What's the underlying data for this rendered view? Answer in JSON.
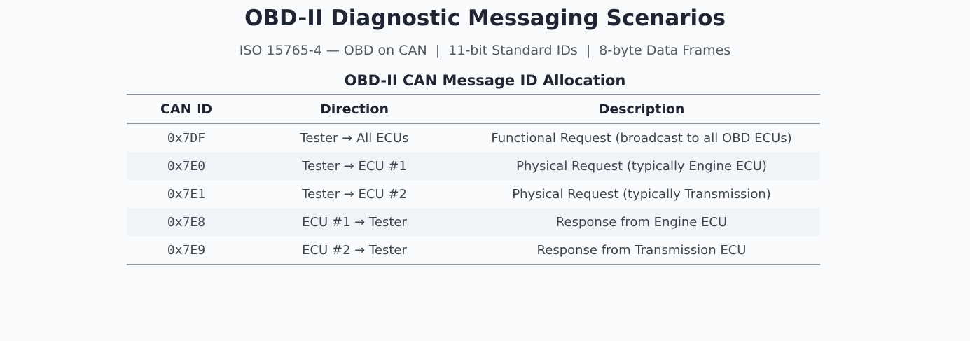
{
  "header": {
    "title": "OBD-II Diagnostic Messaging Scenarios",
    "subtitle": "ISO 15765-4 — OBD on CAN  |  11-bit Standard IDs  |  8-byte Data Frames"
  },
  "chart_data": {
    "type": "table",
    "title": "OBD-II CAN Message ID Allocation",
    "columns": [
      "CAN ID",
      "Direction",
      "Description"
    ],
    "rows": [
      [
        "0x7DF",
        "Tester → All ECUs",
        "Functional Request (broadcast to all OBD ECUs)"
      ],
      [
        "0x7E0",
        "Tester → ECU #1",
        "Physical Request (typically Engine ECU)"
      ],
      [
        "0x7E1",
        "Tester → ECU #2",
        "Physical Request (typically Transmission)"
      ],
      [
        "0x7E8",
        "ECU #1 → Tester",
        "Response from Engine ECU"
      ],
      [
        "0x7E9",
        "ECU #2 → Tester",
        "Response from Transmission ECU"
      ]
    ],
    "layout": {
      "cell_alignment": "center",
      "zebra_striped_row_indices": [
        1,
        3
      ],
      "grid": "horizontal-rules-only"
    }
  },
  "colors": {
    "background": "#f9fafc",
    "heading_text": "#1f2533",
    "subtitle_text": "#55595f",
    "body_text": "#3f444b",
    "mono_text": "#474c54",
    "row_stripe": "#f0f4f8",
    "rule_line": "#8f959d"
  }
}
